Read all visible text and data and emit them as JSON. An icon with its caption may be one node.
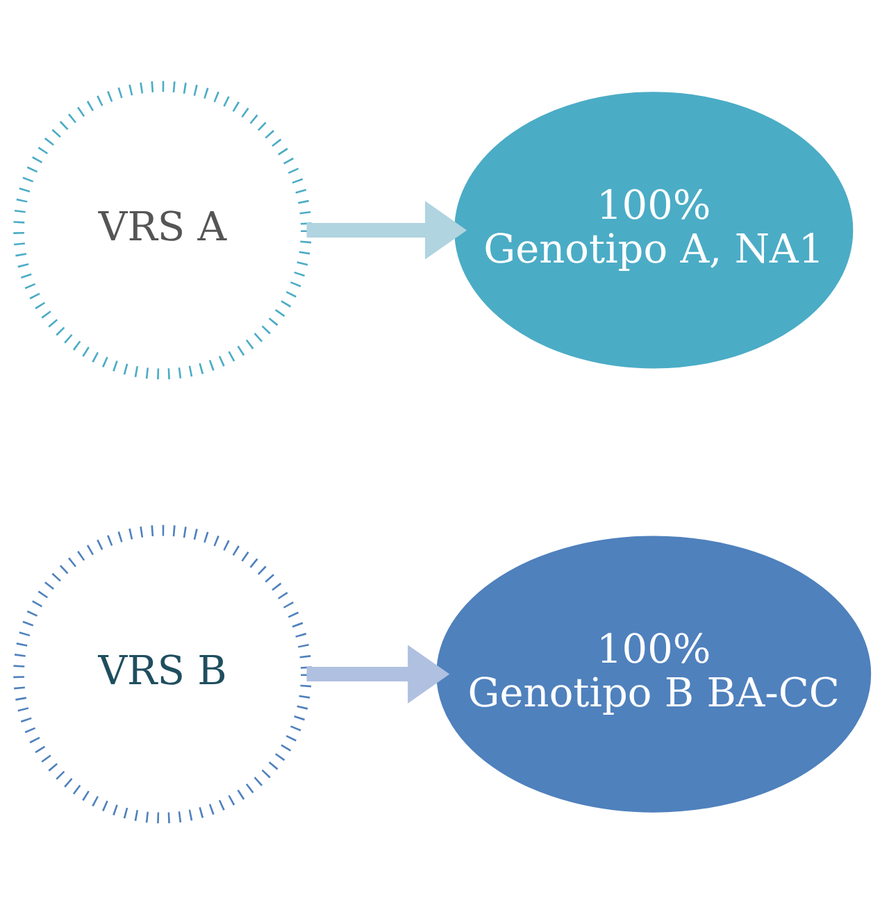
{
  "diagram": {
    "nodes": [
      {
        "text": [
          "VRS A"
        ]
      },
      {
        "text": [
          "100%",
          "Genotipo A, NA1"
        ]
      },
      {
        "text": [
          "VRS B"
        ]
      },
      {
        "text": [
          "100%",
          "Genotipo B BA-CC"
        ]
      }
    ],
    "edges": [
      {
        "from": 0,
        "to": 1,
        "arrow": "to",
        "color": "#b0d4e0"
      },
      {
        "from": 2,
        "to": 3,
        "arrow": "to",
        "color": "#b0c0e0"
      }
    ]
  }
}
